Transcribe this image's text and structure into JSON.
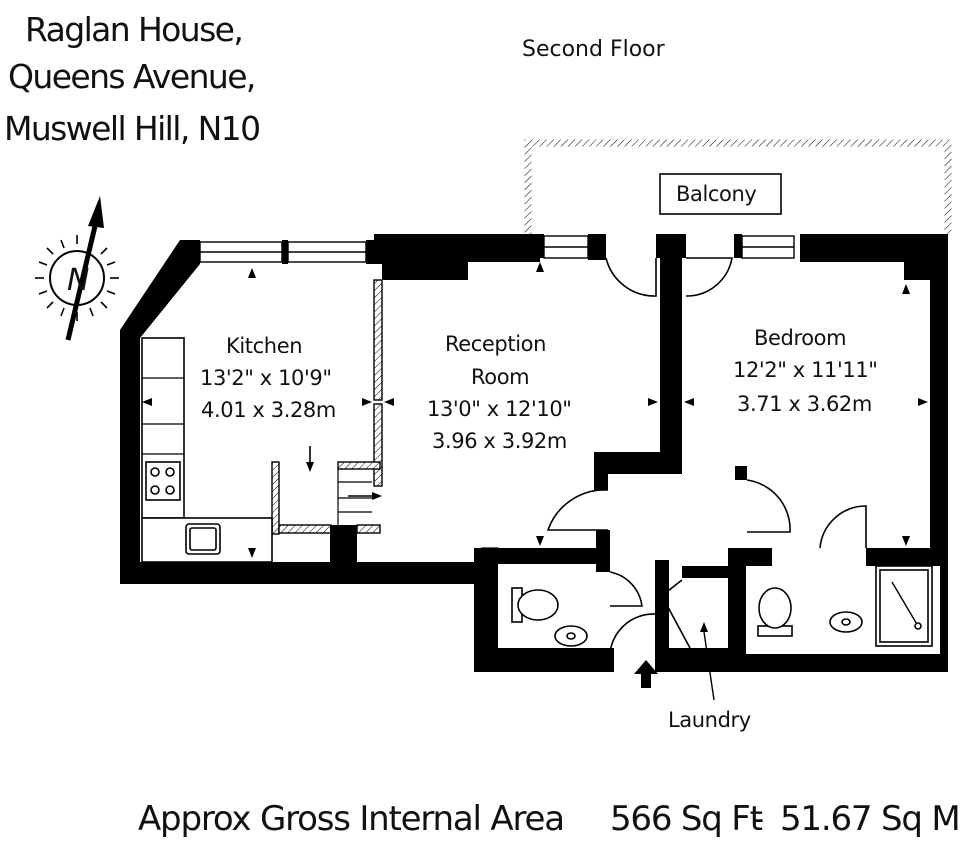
{
  "address": {
    "line1": "Raglan House,",
    "line2": "Queens Avenue,",
    "line3": "Muswell Hill, N10"
  },
  "floor_label": "Second Floor",
  "compass": {
    "letter": "N"
  },
  "rooms": {
    "balcony": {
      "name": "Balcony"
    },
    "kitchen": {
      "name": "Kitchen",
      "imperial": "13'2\" x 10'9\"",
      "metric": "4.01 x 3.28m"
    },
    "reception": {
      "name_line1": "Reception",
      "name_line2": "Room",
      "imperial": "13'0\" x 12'10\"",
      "metric": "3.96 x 3.92m"
    },
    "bedroom": {
      "name": "Bedroom",
      "imperial": "12'2\" x 11'11\"",
      "metric": "3.71 x 3.62m"
    },
    "laundry": {
      "name": "Laundry"
    }
  },
  "area": {
    "label": "Approx Gross Internal Area",
    "sqft": "566 Sq Ft",
    "separator": "-",
    "sqm": "51.67 Sq M"
  }
}
